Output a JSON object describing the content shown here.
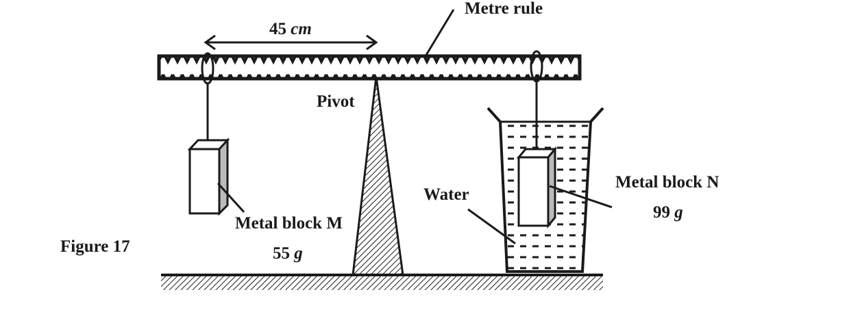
{
  "figure": {
    "caption": "Figure 17",
    "labels": {
      "metre_rule": "Metre rule",
      "distance": "45",
      "distance_unit": "cm",
      "pivot": "Pivot",
      "water": "Water",
      "block_m_name": "Metal block M",
      "block_m_mass": "55",
      "block_n_name": "Metal block N",
      "block_n_mass": "99",
      "mass_unit": "g"
    },
    "colors": {
      "ink": "#1a1a1a",
      "background": "#ffffff"
    }
  }
}
